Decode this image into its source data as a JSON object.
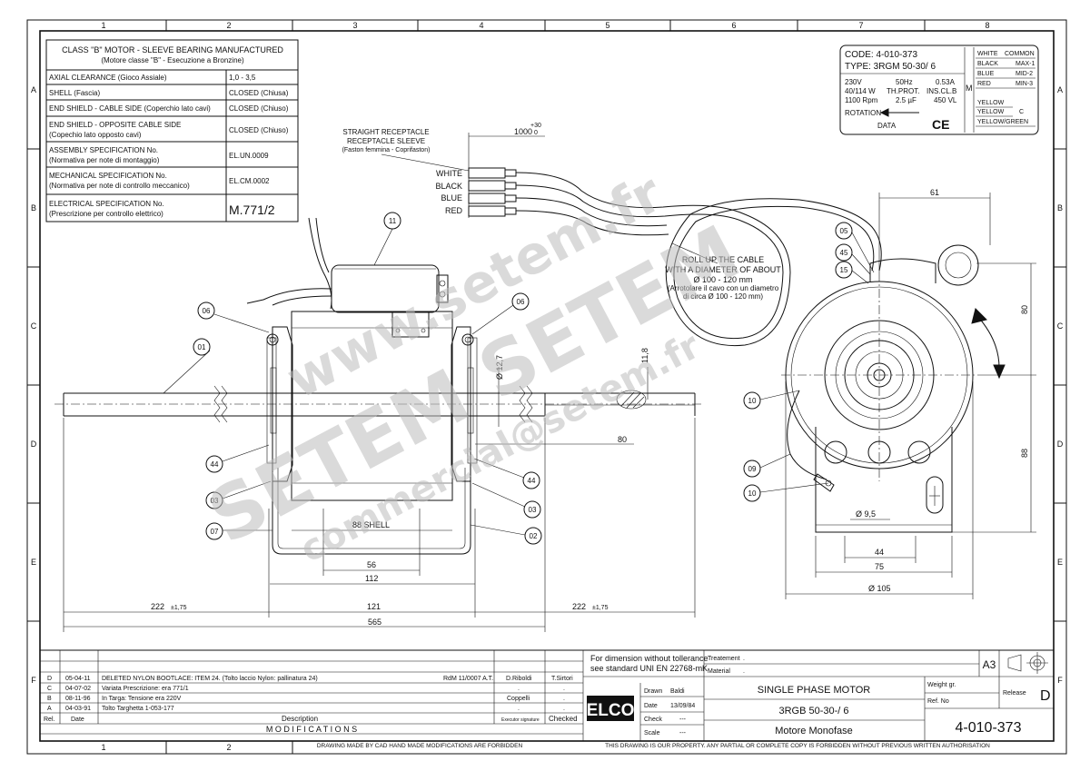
{
  "grid": {
    "cols": [
      "1",
      "2",
      "3",
      "4",
      "5",
      "6",
      "7",
      "8"
    ],
    "rows": [
      "A",
      "B",
      "C",
      "D",
      "E",
      "F"
    ]
  },
  "spec_table": {
    "header": [
      "CLASS \"B\" MOTOR  -  SLEEVE BEARING MANUFACTURED",
      "(Motore classe \"B\"  -  Esecuzione a Bronzine)"
    ],
    "rows": [
      {
        "label": [
          "AXIAL CLEARANCE  (Gioco Assiale)"
        ],
        "value": "1,0 - 3,5"
      },
      {
        "label": [
          "SHELL  (Fascia)"
        ],
        "value": "CLOSED  (Chiusa)"
      },
      {
        "label": [
          "END SHIELD - CABLE SIDE (Coperchio lato cavi)"
        ],
        "value": "CLOSED  (Chiuso)"
      },
      {
        "label": [
          "END SHIELD - OPPOSITE CABLE SIDE",
          "(Copechio lato opposto cavi)"
        ],
        "value": "CLOSED  (Chiuso)"
      },
      {
        "label": [
          "ASSEMBLY SPECIFICATION  No.",
          "(Normativa per note di montaggio)"
        ],
        "value": "EL.UN.0009"
      },
      {
        "label": [
          "MECHANICAL SPECIFICATION No.",
          "(Normativa per note di controllo meccanico)"
        ],
        "value": "EL.CM.0002"
      },
      {
        "label": [
          "ELECTRICAL SPECIFICATION No.",
          "(Prescrizione per controllo elettrico)"
        ],
        "value": "M.771/2"
      }
    ]
  },
  "label_plate": {
    "code": "CODE:  4-010-373",
    "type": "TYPE:  3RGM 50-30/ 6",
    "voltage": "230V",
    "hz": "50Hz",
    "amps": "0.53A",
    "watts": "40/114 W",
    "thprot": "TH.PROT.",
    "insulation": "INS.CL.B",
    "rpm": "1100 Rpm",
    "cap": "2.5 µF",
    "vl": "450 VL",
    "rotation": "ROTATION",
    "data": "DATA",
    "ce": "CE",
    "m": "M",
    "wires": [
      {
        "color": "WHITE",
        "func": "COMMON"
      },
      {
        "color": "BLACK",
        "func": "MAX-1"
      },
      {
        "color": "BLUE",
        "func": "MID-2"
      },
      {
        "color": "RED",
        "func": "MIN-3"
      },
      {
        "color": "YELLOW",
        "func": ""
      },
      {
        "color": "YELLOW",
        "func": "C"
      },
      {
        "color": "YELLOW/GREEN",
        "func": ""
      }
    ]
  },
  "drawing": {
    "receptacle_title": [
      "STRAIGHT RECEPTACLE",
      "RECEPTACLE SLEEVE",
      "(Faston femmina - Coprifaston)"
    ],
    "cable_length": "1000",
    "cable_tol_up": "+30",
    "cable_tol_dn": "0",
    "wire_labels": [
      "WHITE",
      "BLACK",
      "BLUE",
      "RED"
    ],
    "roll_note": [
      "ROLL UP THE CABLE",
      "WITH A DIAMETER OF ABOUT",
      "Ø 100 - 120 mm",
      "(Arrotolare il cavo con un diametro",
      "di circa  Ø 100 - 120 mm)"
    ],
    "balloons": [
      "11",
      "06",
      "01",
      "06",
      "44",
      "03",
      "07",
      "44",
      "03",
      "02",
      "05",
      "45",
      "15",
      "10",
      "09",
      "10"
    ],
    "dims": {
      "d_shaft": "Ø 12,7",
      "flat": "11,8",
      "d80_left": "80",
      "shell": "88  SHELL",
      "d56": "56",
      "d112": "112",
      "d222l": "222",
      "tol": "±1,75",
      "d121": "121",
      "d222r": "222",
      "d565": "565",
      "d61": "61",
      "d80_right": "80",
      "d88": "88",
      "d95": "Ø 9,5",
      "d44": "44",
      "d75": "75",
      "d105": "Ø 105"
    }
  },
  "watermarks": [
    "www.setem.fr",
    "SETEM  SETEM",
    "commercial@setem.fr"
  ],
  "title_block": {
    "mod_head": [
      "Rel.",
      "Date",
      "Description",
      "Executor signature",
      "Checked"
    ],
    "modifications": [
      {
        "rel": "D",
        "date": "05-04-11",
        "desc": "DELETED NYLON BOOTLACE: ITEM 24. (Tolto laccio Nylon: pallinatura 24)",
        "ref": "RdM 11/0007 A.T.",
        "exec": "D.Riboldi",
        "chk": "T.Sirtori"
      },
      {
        "rel": "C",
        "date": "04-07-02",
        "desc": "Variata Prescrizione: era 771/1",
        "ref": "",
        "exec": ".",
        "chk": "."
      },
      {
        "rel": "B",
        "date": "08-11-96",
        "desc": "In Targa:  Tensione era 220V",
        "ref": "",
        "exec": "Coppelli",
        "chk": "."
      },
      {
        "rel": "A",
        "date": "04-03-91",
        "desc": "Tolto Targhetta 1-053-177",
        "ref": "",
        "exec": ".",
        "chk": "."
      }
    ],
    "modifications_label": "M O D I F I C A T I O N S",
    "tolerance_note": [
      "For dimension without tollerance",
      "see standard UNI EN 22768-mK"
    ],
    "logo": "ELCO",
    "drawn_label": "Drawn",
    "drawn": "Baldi",
    "date_label": "Date",
    "date": "13/09/84",
    "check_label": "Check",
    "check": "---",
    "scale_label": "Scale",
    "scale": "---",
    "treatment_label": "Treatement",
    "treatment": ".",
    "material_label": "Material",
    "material": ".",
    "format": "A3",
    "title1": "SINGLE PHASE MOTOR",
    "title2": "3RGB  50-30-/ 6",
    "title3": "Motore Monofase",
    "weight_label": "Weight gr.",
    "refno_label": "Ref. No",
    "release_label": "Release",
    "release": "D",
    "drawing_no": "4-010-373",
    "footer_left": "DRAWING MADE BY CAD HAND MADE MODIFICATIONS ARE FORBIDDEN",
    "footer_right": "THIS DRAWING IS OUR PROPERTY. ANY PARTIAL OR COMPLETE COPY IS FORBIDDEN WITHOUT PREVIOUS WRITTEN AUTHORISATION"
  }
}
